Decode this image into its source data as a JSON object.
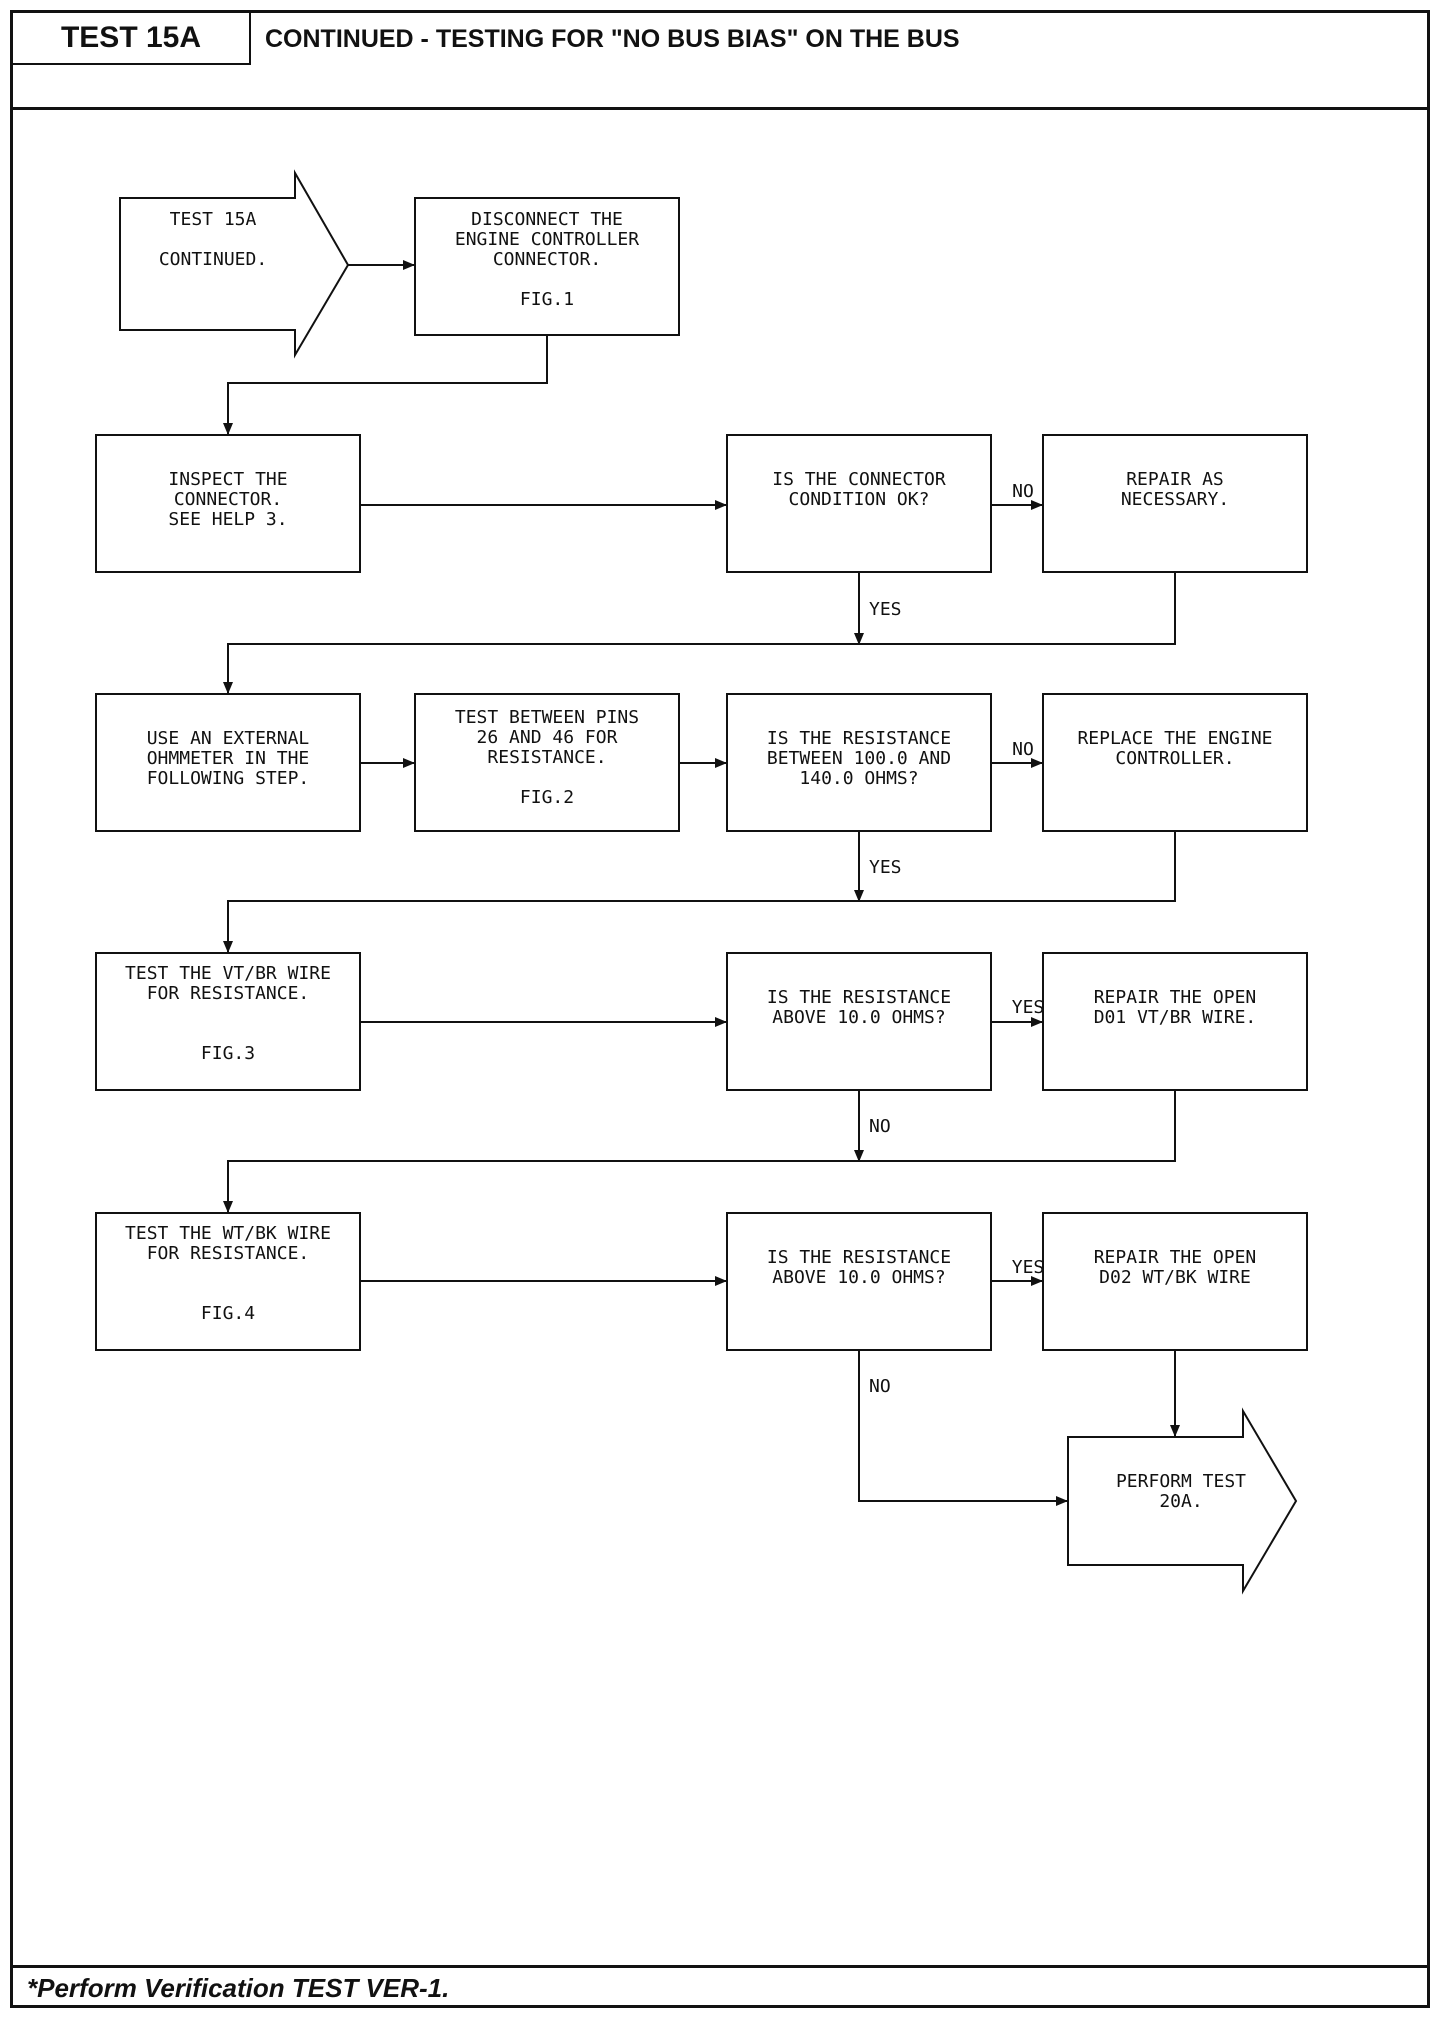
{
  "header": {
    "test_id": "TEST 15A",
    "title": "CONTINUED - TESTING FOR \"NO BUS BIAS\" ON THE BUS"
  },
  "footer": {
    "note": "*Perform Verification TEST VER-1."
  },
  "flowchart": {
    "start": {
      "lines": [
        "TEST 15A",
        "",
        "CONTINUED."
      ]
    },
    "disconnect": {
      "lines": [
        "DISCONNECT THE",
        "ENGINE CONTROLLER",
        "CONNECTOR.",
        "",
        "FIG.1"
      ]
    },
    "inspect": {
      "lines": [
        "INSPECT THE",
        "CONNECTOR.",
        "SEE HELP 3."
      ]
    },
    "connector_ok": {
      "lines": [
        "IS THE CONNECTOR",
        "CONDITION OK?"
      ]
    },
    "repair_necessary": {
      "lines": [
        "REPAIR AS",
        "NECESSARY."
      ]
    },
    "use_ohmmeter": {
      "lines": [
        "USE AN EXTERNAL",
        "OHMMETER IN THE",
        "FOLLOWING STEP."
      ]
    },
    "test_pins": {
      "lines": [
        "TEST BETWEEN PINS",
        "26 AND 46 FOR",
        "RESISTANCE.",
        "",
        "FIG.2"
      ]
    },
    "resistance_range": {
      "lines": [
        "IS THE RESISTANCE",
        "BETWEEN 100.0 AND",
        "140.0 OHMS?"
      ]
    },
    "replace_controller": {
      "lines": [
        "REPLACE THE ENGINE",
        "CONTROLLER."
      ]
    },
    "test_vt_br": {
      "lines": [
        "TEST THE VT/BR WIRE",
        "FOR RESISTANCE.",
        "",
        "",
        "FIG.3"
      ]
    },
    "vt_br_above": {
      "lines": [
        "IS THE RESISTANCE",
        "ABOVE 10.0 OHMS?"
      ]
    },
    "repair_d01": {
      "lines": [
        "REPAIR THE OPEN",
        "D01 VT/BR WIRE."
      ]
    },
    "test_wt_bk": {
      "lines": [
        "TEST THE WT/BK WIRE",
        "FOR RESISTANCE.",
        "",
        "",
        "FIG.4"
      ]
    },
    "wt_bk_above": {
      "lines": [
        "IS THE RESISTANCE",
        "ABOVE 10.0 OHMS?"
      ]
    },
    "repair_d02": {
      "lines": [
        "REPAIR THE OPEN",
        "D02 WT/BK WIRE"
      ]
    },
    "perform_test": {
      "lines": [
        "PERFORM TEST",
        "20A."
      ]
    },
    "branch_labels": {
      "connector_no": "NO",
      "connector_yes": "YES",
      "range_no": "NO",
      "range_yes": "YES",
      "vt_br_yes": "YES",
      "vt_br_no": "NO",
      "wt_bk_yes": "YES",
      "wt_bk_no": "NO"
    }
  }
}
